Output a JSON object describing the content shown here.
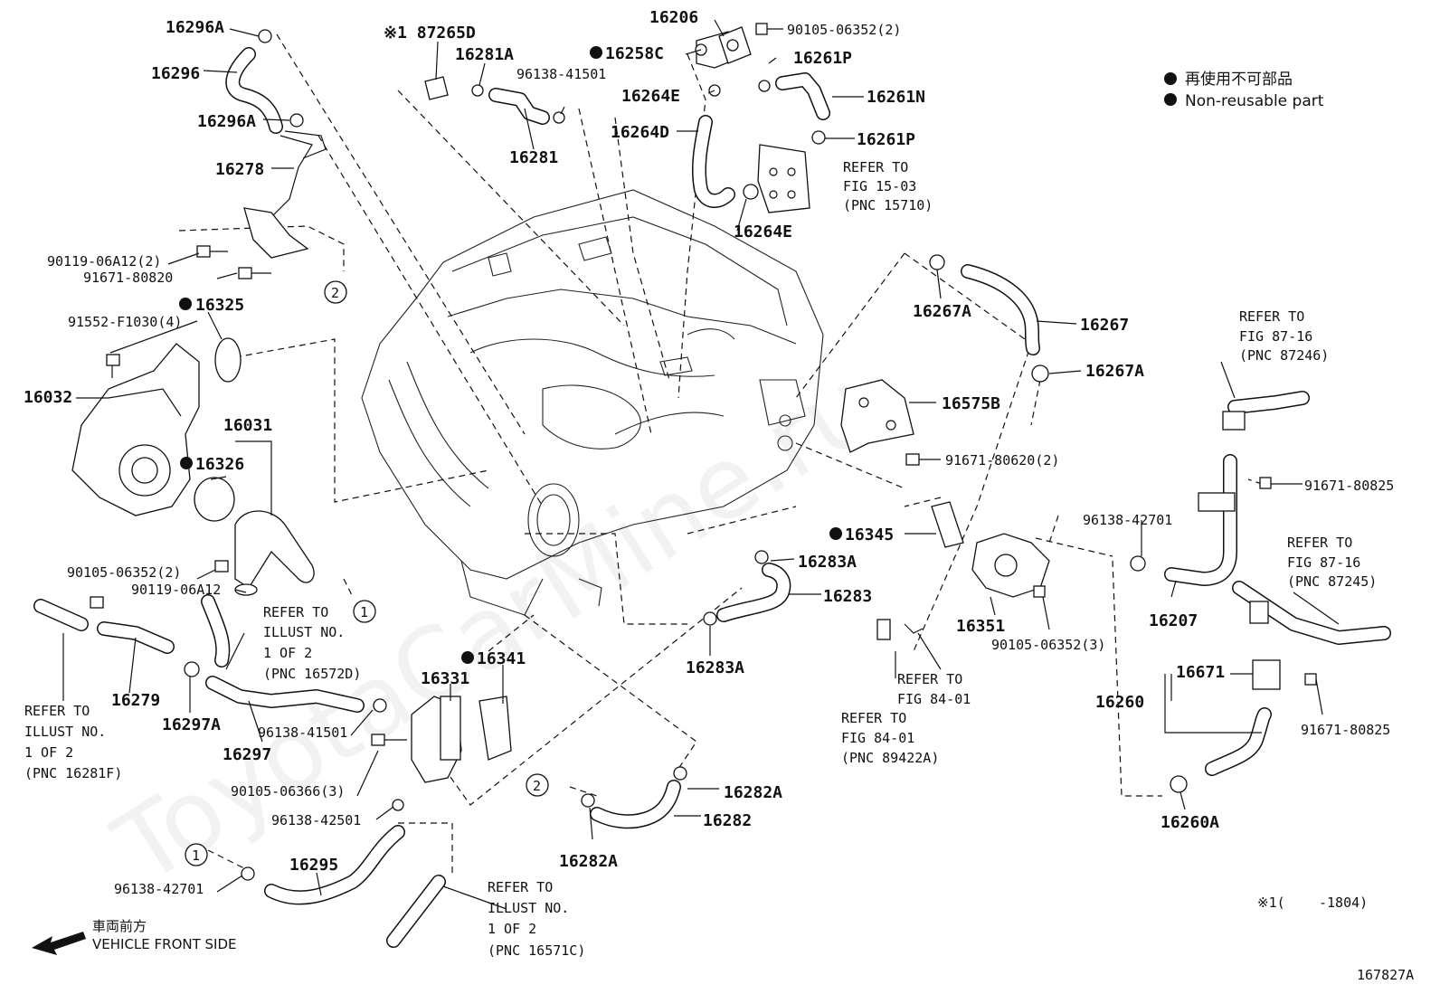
{
  "watermark": "ToyotaCarMine.ru",
  "legend": {
    "jp": "再使用不可部品",
    "en": "Non-reusable part"
  },
  "front_label": {
    "jp": "車両前方",
    "en": "VEHICLE FRONT SIDE"
  },
  "note_left": "※1(",
  "note_right": "-1804)",
  "figure_id": "167827A",
  "circle_1": "1",
  "circle_2": "2",
  "labels": {
    "p16296A_1": "16296A",
    "p16296": "16296",
    "p16296A_2": "16296A",
    "p16278": "16278",
    "p90119_06A12_2": "90119-06A12(2)",
    "p91671_80820": "91671-80820",
    "p91552": "91552-F1030(4)",
    "p16325": "16325",
    "p16032": "16032",
    "p16031": "16031",
    "p16326": "16326",
    "p90105_06352_2": "90105-06352(2)",
    "p90119_06A12": "90119-06A12",
    "p16279": "16279",
    "p16297A": "16297A",
    "p16297": "16297",
    "p96138_41501_b": "96138-41501",
    "p90105_06366": "90105-06366(3)",
    "p96138_42501": "96138-42501",
    "p16295": "16295",
    "p96138_42701_b": "96138-42701",
    "p87265D": "※1 87265D",
    "p16281A": "16281A",
    "p96138_41501_t": "96138-41501",
    "p16281": "16281",
    "p16258C": "16258C",
    "p16206": "16206",
    "p90105_06352_2t": "90105-06352(2)",
    "p16261P_1": "16261P",
    "p16264E_1": "16264E",
    "p16261N": "16261N",
    "p16264D": "16264D",
    "p16261P_2": "16261P",
    "p16264E_2": "16264E",
    "p16267A_1": "16267A",
    "p16267": "16267",
    "p16267A_2": "16267A",
    "p16575B": "16575B",
    "p91671_80620": "91671-80620(2)",
    "p16345": "16345",
    "p16283A_1": "16283A",
    "p16283": "16283",
    "p16283A_2": "16283A",
    "p16341": "16341",
    "p16331": "16331",
    "p16282A_1": "16282A",
    "p16282": "16282",
    "p16282A_2": "16282A",
    "p16351": "16351",
    "p90105_06352_3": "90105-06352(3)",
    "p96138_42701_r": "96138-42701",
    "p16207": "16207",
    "p91671_80825_1": "91671-80825",
    "p16671": "16671",
    "p16260": "16260",
    "p91671_80825_2": "91671-80825",
    "p16260A": "16260A"
  },
  "refs": {
    "r15710": [
      "REFER TO",
      "FIG 15-03",
      "(PNC 15710)"
    ],
    "r87246": [
      "REFER TO",
      "FIG 87-16",
      "(PNC 87246)"
    ],
    "r87245": [
      "REFER TO",
      "FIG 87-16",
      "(PNC 87245)"
    ],
    "r16572D": [
      "REFER TO",
      "ILLUST NO.",
      "1 OF 2",
      "(PNC 16572D)"
    ],
    "r16281F": [
      "REFER TO",
      "ILLUST NO.",
      "1 OF 2",
      "(PNC 16281F)"
    ],
    "r16571C": [
      "REFER TO",
      "ILLUST NO.",
      "1 OF 2",
      "(PNC 16571C)"
    ],
    "r84_01a": [
      "REFER TO",
      "FIG 84-01"
    ],
    "r89422A": [
      "REFER TO",
      "FIG 84-01",
      "(PNC 89422A)"
    ]
  }
}
